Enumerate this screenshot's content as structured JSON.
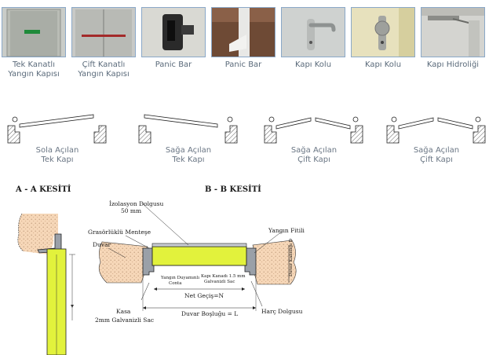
{
  "thumbnails": [
    {
      "caption_line1": "Tek Kanatlı",
      "caption_line2": "Yangın Kapısı"
    },
    {
      "caption_line1": "Çift Kanatlı",
      "caption_line2": "Yangın Kapısı"
    },
    {
      "caption_line1": "Panic Bar",
      "caption_line2": ""
    },
    {
      "caption_line1": "Panic Bar",
      "caption_line2": ""
    },
    {
      "caption_line1": "Kapı Kolu",
      "caption_line2": ""
    },
    {
      "caption_line1": "Kapı Kolu",
      "caption_line2": ""
    },
    {
      "caption_line1": "Kapı Hidroliği",
      "caption_line2": ""
    }
  ],
  "opening_types": [
    {
      "line1": "Sola Açılan",
      "line2": "Tek Kapı"
    },
    {
      "line1": "Sağa Açılan",
      "line2": "Tek Kapı"
    },
    {
      "line1": "Sağa Açılan",
      "line2": "Çift Kapı"
    },
    {
      "line1": "Sağa Açılan",
      "line2": "Çift Kapı"
    }
  ],
  "section_a": {
    "title": "A - A KESİTİ"
  },
  "section_b": {
    "title": "B - B KESİTİ",
    "labels": {
      "insulation_1": "İzolasyon Dolgusu",
      "insulation_2": "50 mm",
      "hinge": "Grasörlüklü Menteşe",
      "wall": "Duvar",
      "fire_wick": "Yangın Fitili",
      "gasket_1": "Yangın Duyamınlı",
      "gasket_2": "Conta",
      "leaf_1": "Kapı Kanadı 1.5 mm",
      "leaf_2": "Galvanizli Sac",
      "frame_1": "Kasa",
      "frame_2": "2mm Galvanizli Sac",
      "net_opening": "Net Geçiş=N",
      "wall_gap": "Duvar Boşluğu = L",
      "mortar": "Harç Dolgusu",
      "wall_thickness": "Duvar Kalınlığı D"
    }
  },
  "colors": {
    "door_fill": "#e2f23c",
    "wall_fill": "#f6d7b8",
    "thumb_border": "#8aa8c8",
    "caption": "#5a6a7a"
  }
}
